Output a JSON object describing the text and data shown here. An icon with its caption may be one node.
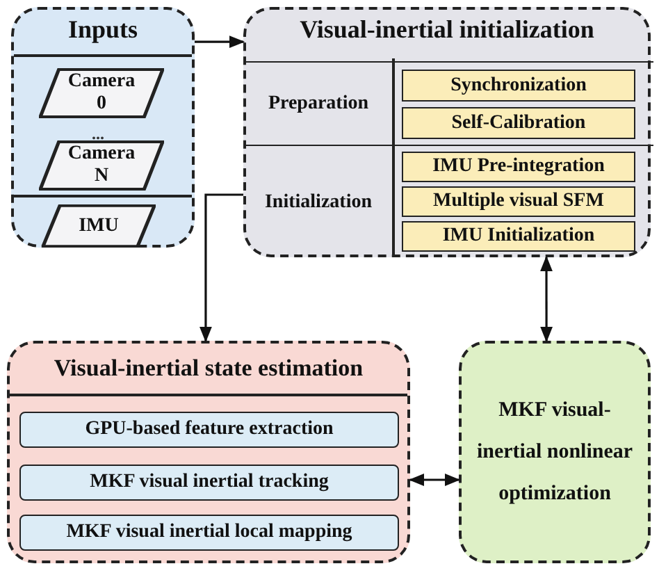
{
  "diagram": {
    "nodes": [
      {
        "text": [
          "Inputs"
        ]
      },
      {
        "text": [
          "Camera 0"
        ],
        "in": 0
      },
      {
        "text": [
          "Camera N"
        ],
        "in": 0
      },
      {
        "text": [
          "IMU"
        ],
        "in": 0
      },
      {
        "text": [
          "Visual-inertial initialization"
        ]
      },
      {
        "text": [
          "Preparation"
        ],
        "in": 4
      },
      {
        "text": [
          "Synchronization"
        ],
        "in": 5
      },
      {
        "text": [
          "Self-Calibration"
        ],
        "in": 5
      },
      {
        "text": [
          "Initialization"
        ],
        "in": 4
      },
      {
        "text": [
          "IMU Pre-integration"
        ],
        "in": 8
      },
      {
        "text": [
          "Multiple visual SFM"
        ],
        "in": 8
      },
      {
        "text": [
          "IMU Initialization"
        ],
        "in": 8
      },
      {
        "text": [
          "Visual-inertial state estimation"
        ]
      },
      {
        "text": [
          "GPU-based feature extraction"
        ],
        "in": 12
      },
      {
        "text": [
          "MKF visual inertial tracking"
        ],
        "in": 12
      },
      {
        "text": [
          "MKF visual inertial local mapping"
        ],
        "in": 12
      },
      {
        "text": [
          "MKF visual-inertial nonlinear optimization"
        ]
      }
    ],
    "edges": [
      {
        "from": 0,
        "to": 4,
        "arrow": "to"
      },
      {
        "from": 4,
        "to": 12,
        "arrow": "to"
      },
      {
        "from": 4,
        "to": 16,
        "arrow": "both"
      },
      {
        "from": 12,
        "to": 16,
        "arrow": "both"
      }
    ],
    "labels": [
      "..."
    ]
  }
}
